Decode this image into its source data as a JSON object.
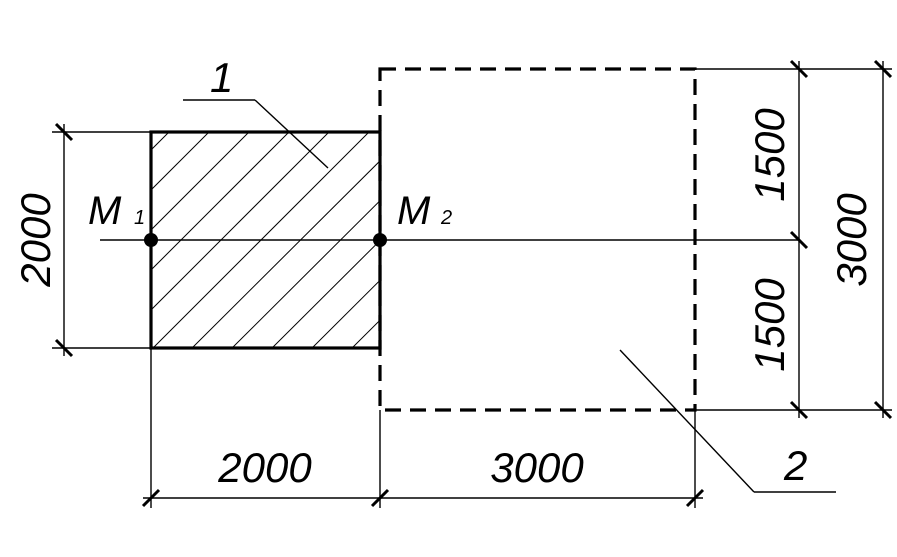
{
  "labels": {
    "item_1": "1",
    "item_2": "2",
    "point_m1": "M",
    "point_m1_sub": "1",
    "point_m2": "M",
    "point_m2_sub": "2"
  },
  "dimensions": {
    "left_height": "2000",
    "bottom_left_width": "2000",
    "bottom_right_width": "3000",
    "right_upper_half": "1500",
    "right_lower_half": "1500",
    "right_total_height": "3000"
  },
  "colors": {
    "line": "#000000",
    "background": "#ffffff"
  }
}
